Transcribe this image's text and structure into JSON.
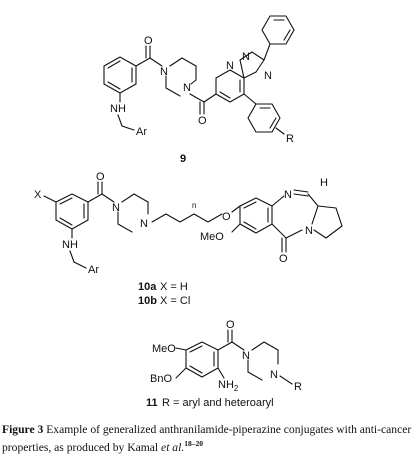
{
  "compounds": {
    "c9": {
      "id": "9",
      "labels": {
        "ar": "Ar",
        "r": "R",
        "nh": "NH",
        "n": "N",
        "o": "O"
      }
    },
    "c10": {
      "x_label": "X",
      "n_label": "n",
      "ome": "MeO",
      "ar": "Ar",
      "h": "H",
      "variant_a_id": "10a",
      "variant_a_text": "X = H",
      "variant_b_id": "10b",
      "variant_b_text": "X = Cl"
    },
    "c11": {
      "id": "11",
      "desc": "R = aryl and heteroaryl",
      "meo": "MeO",
      "bno": "BnO",
      "nh2": "NH",
      "nh2_sub": "2",
      "r": "R"
    }
  },
  "caption": {
    "label": "Figure 3",
    "text": " Example of generalized anthranilamide-piperazine conjugates with anti-cancer properties, as produced by Kamal ",
    "etal": "et al.",
    "refs": "18–20"
  }
}
